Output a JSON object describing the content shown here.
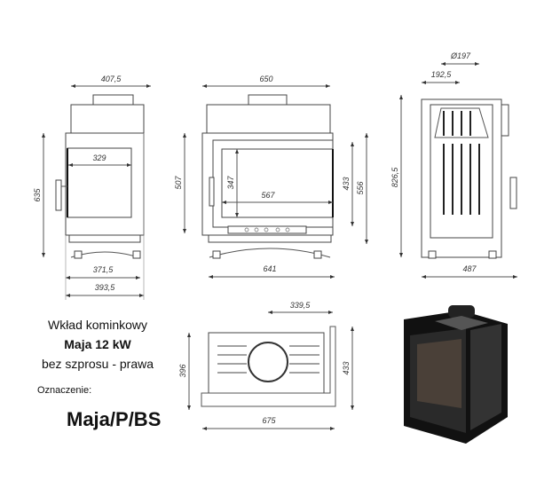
{
  "title_lines": {
    "line1": "Wkład kominkowy",
    "line2": "Maja 12 kW",
    "line3": "bez szprosu - prawa",
    "designation_label": "Oznaczenie:",
    "designation": "Maja/P/BS"
  },
  "dimensions": {
    "side_view": {
      "top_width": "407,5",
      "height": "635",
      "glass_width": "329",
      "base_width_inner": "371,5",
      "base_width_outer": "393,5"
    },
    "front_view": {
      "top_width": "650",
      "height_body": "507",
      "glass_height": "347",
      "glass_width": "567",
      "door_height": "433",
      "total_height": "556",
      "base_width": "641"
    },
    "right_view": {
      "flue_diameter": "Ø197",
      "flue_offset": "192,5",
      "height": "826,5",
      "depth": "487"
    },
    "top_view": {
      "flue_offset": "339,5",
      "depth_left": "396",
      "depth_right": "433",
      "width": "675"
    }
  },
  "colors": {
    "line": "#555555",
    "render": "#111111"
  }
}
